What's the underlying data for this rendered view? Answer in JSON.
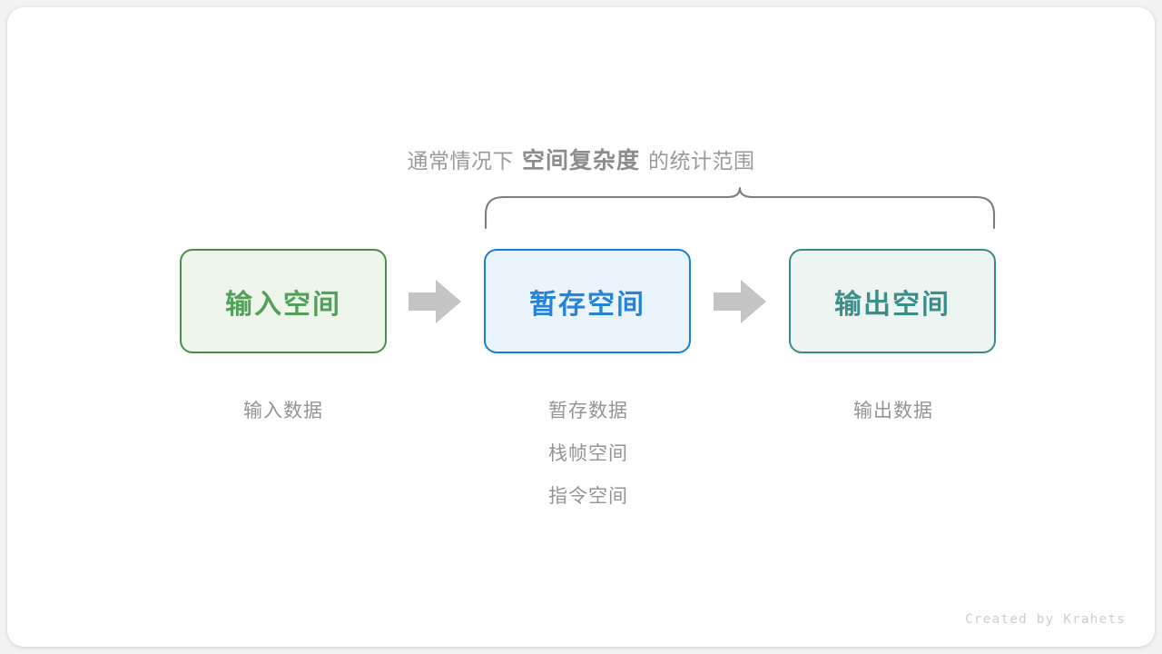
{
  "canvas": {
    "background": "#ffffff",
    "page_background": "#f2f2f2"
  },
  "scope_caption": {
    "prefix": "通常情况下",
    "emphasis": "空间复杂度",
    "suffix": "的统计范围",
    "color": "#9a9a9a"
  },
  "brace": {
    "name": "scope-brace",
    "color": "#7d7d7d",
    "spans": [
      "暂存空间",
      "输出空间"
    ]
  },
  "boxes": [
    {
      "id": "input",
      "label": "输入空间",
      "fill": "#eef6ec",
      "border": "#4f8b4c",
      "text_color": "#53a05a"
    },
    {
      "id": "temp",
      "label": "暂存空间",
      "fill": "#e9f4fd",
      "border": "#1a7fd4",
      "text_color": "#2683d8"
    },
    {
      "id": "output",
      "label": "输出空间",
      "fill": "#ecf5f2",
      "border": "#3a8a87",
      "text_color": "#3d8e8b"
    }
  ],
  "arrows": {
    "color": "#c4c4c4",
    "count": 2
  },
  "captions": {
    "input": [
      "输入数据"
    ],
    "temp": [
      "暂存数据",
      "栈帧空间",
      "指令空间"
    ],
    "output": [
      "输出数据"
    ],
    "color": "#949494"
  },
  "watermark": {
    "text": "Created by Krahets",
    "color": "#cfcfcf"
  }
}
